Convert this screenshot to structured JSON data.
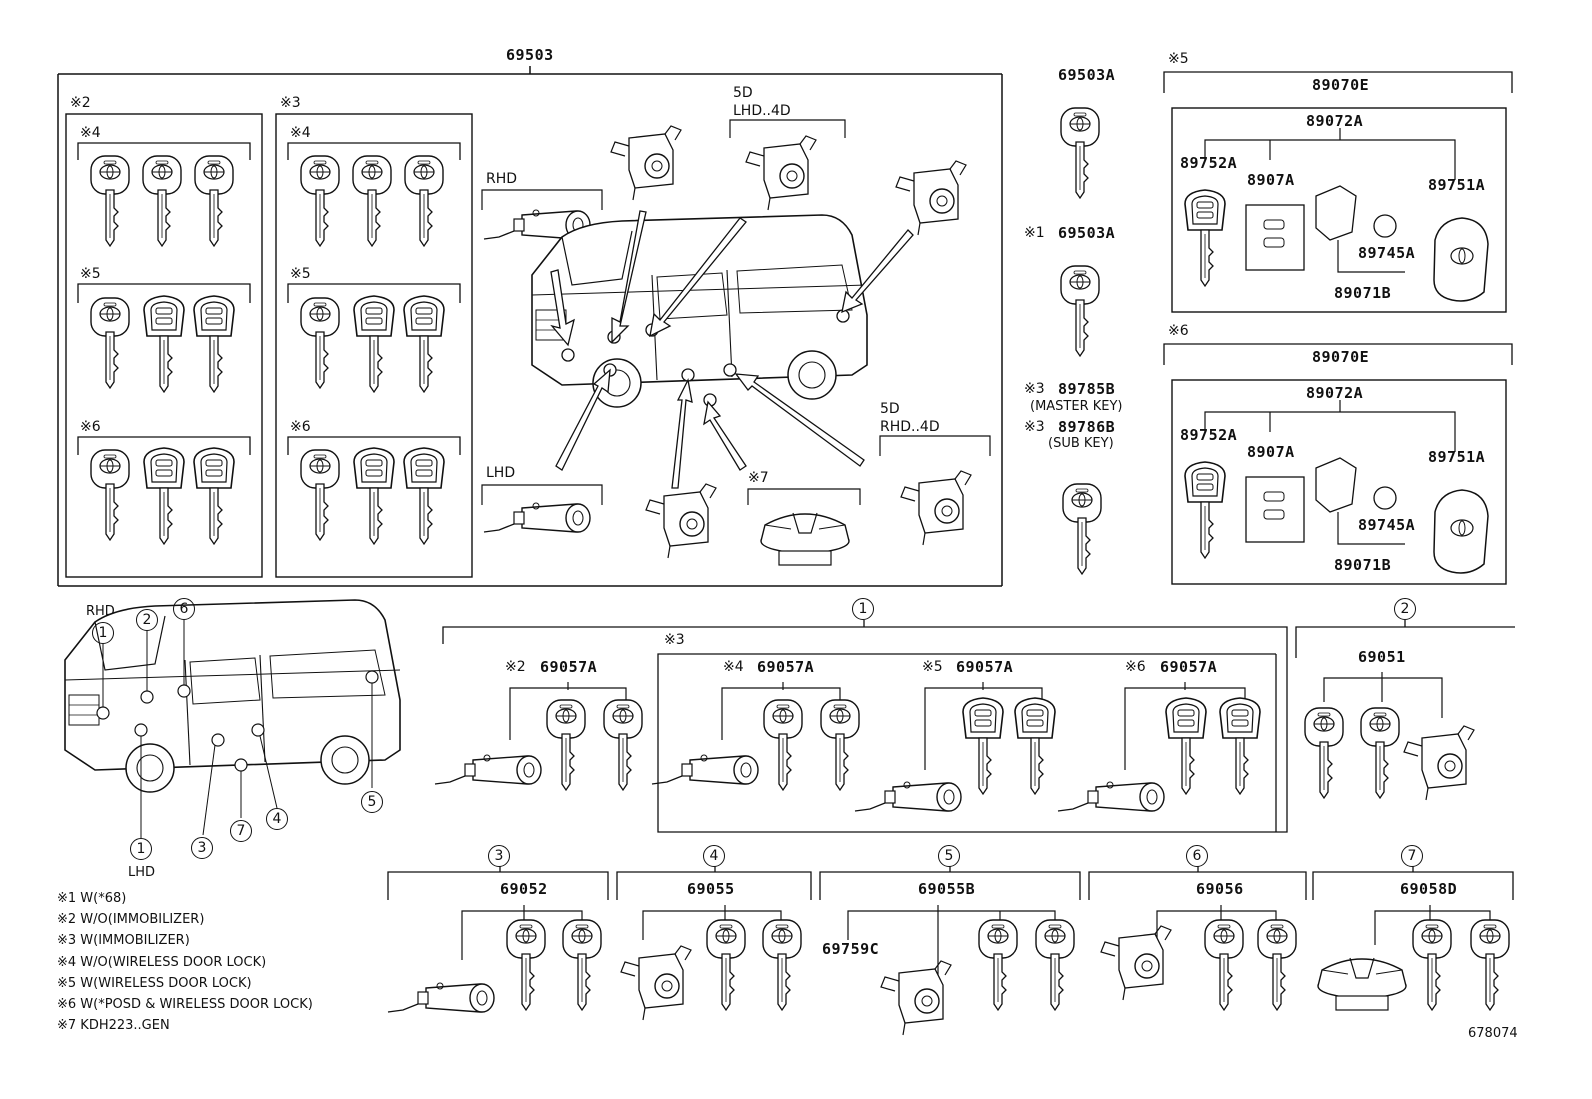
{
  "top": {
    "main_part": "69503",
    "groups": [
      {
        "note": "※2",
        "rows": [
          "※4",
          "※5",
          "※6"
        ]
      },
      {
        "note": "※3",
        "rows": [
          "※4",
          "※5",
          "※6"
        ]
      }
    ],
    "labels": {
      "rhd": "RHD",
      "lhd": "LHD",
      "five_d_lhd_1": "5D",
      "five_d_lhd_2": "LHD..4D",
      "five_d_rhd_1": "5D",
      "five_d_rhd_2": "RHD..4D",
      "note7": "※7"
    }
  },
  "keys_column": {
    "k1": "69503A",
    "k2_note": "※1",
    "k2": "69503A",
    "k3_note": "※3",
    "k3": "89785B",
    "k3_desc": "(MASTER KEY)",
    "k4_note": "※3",
    "k4": "89786B",
    "k4_desc": "(SUB KEY)"
  },
  "remote_groups": [
    {
      "note": "※5",
      "kit": "89070E",
      "sub": "89072A",
      "key": "89752A",
      "board": "8907A",
      "housing": "89751A",
      "battery": "89745A",
      "case": "89071B"
    },
    {
      "note": "※6",
      "kit": "89070E",
      "sub": "89072A",
      "key": "89752A",
      "board": "8907A",
      "housing": "89751A",
      "battery": "89745A",
      "case": "89071B"
    }
  ],
  "locator": {
    "rhd": "RHD",
    "lhd": "LHD",
    "callouts": [
      "1",
      "2",
      "6",
      "1",
      "3",
      "7",
      "4",
      "5"
    ]
  },
  "set1": {
    "callout": "1",
    "note3": "※3",
    "items": [
      {
        "note": "※2",
        "part": "69057A"
      },
      {
        "note": "※4",
        "part": "69057A"
      },
      {
        "note": "※5",
        "part": "69057A"
      },
      {
        "note": "※6",
        "part": "69057A"
      }
    ]
  },
  "set2": {
    "callout": "2",
    "part": "69051"
  },
  "bottom_sets": [
    {
      "callout": "3",
      "part": "69052"
    },
    {
      "callout": "4",
      "part": "69055"
    },
    {
      "callout": "5",
      "part": "69055B",
      "extra": "69759C"
    },
    {
      "callout": "6",
      "part": "69056"
    },
    {
      "callout": "7",
      "part": "69058D"
    }
  ],
  "notes": [
    "※1 W(*68)",
    "※2 W/O(IMMOBILIZER)",
    "※3 W(IMMOBILIZER)",
    "※4 W/O(WIRELESS DOOR LOCK)",
    "※5 W(WIRELESS DOOR LOCK)",
    "※6 W(*POSD & WIRELESS DOOR LOCK)",
    "※7 KDH223..GEN"
  ],
  "figure_id": "678074"
}
